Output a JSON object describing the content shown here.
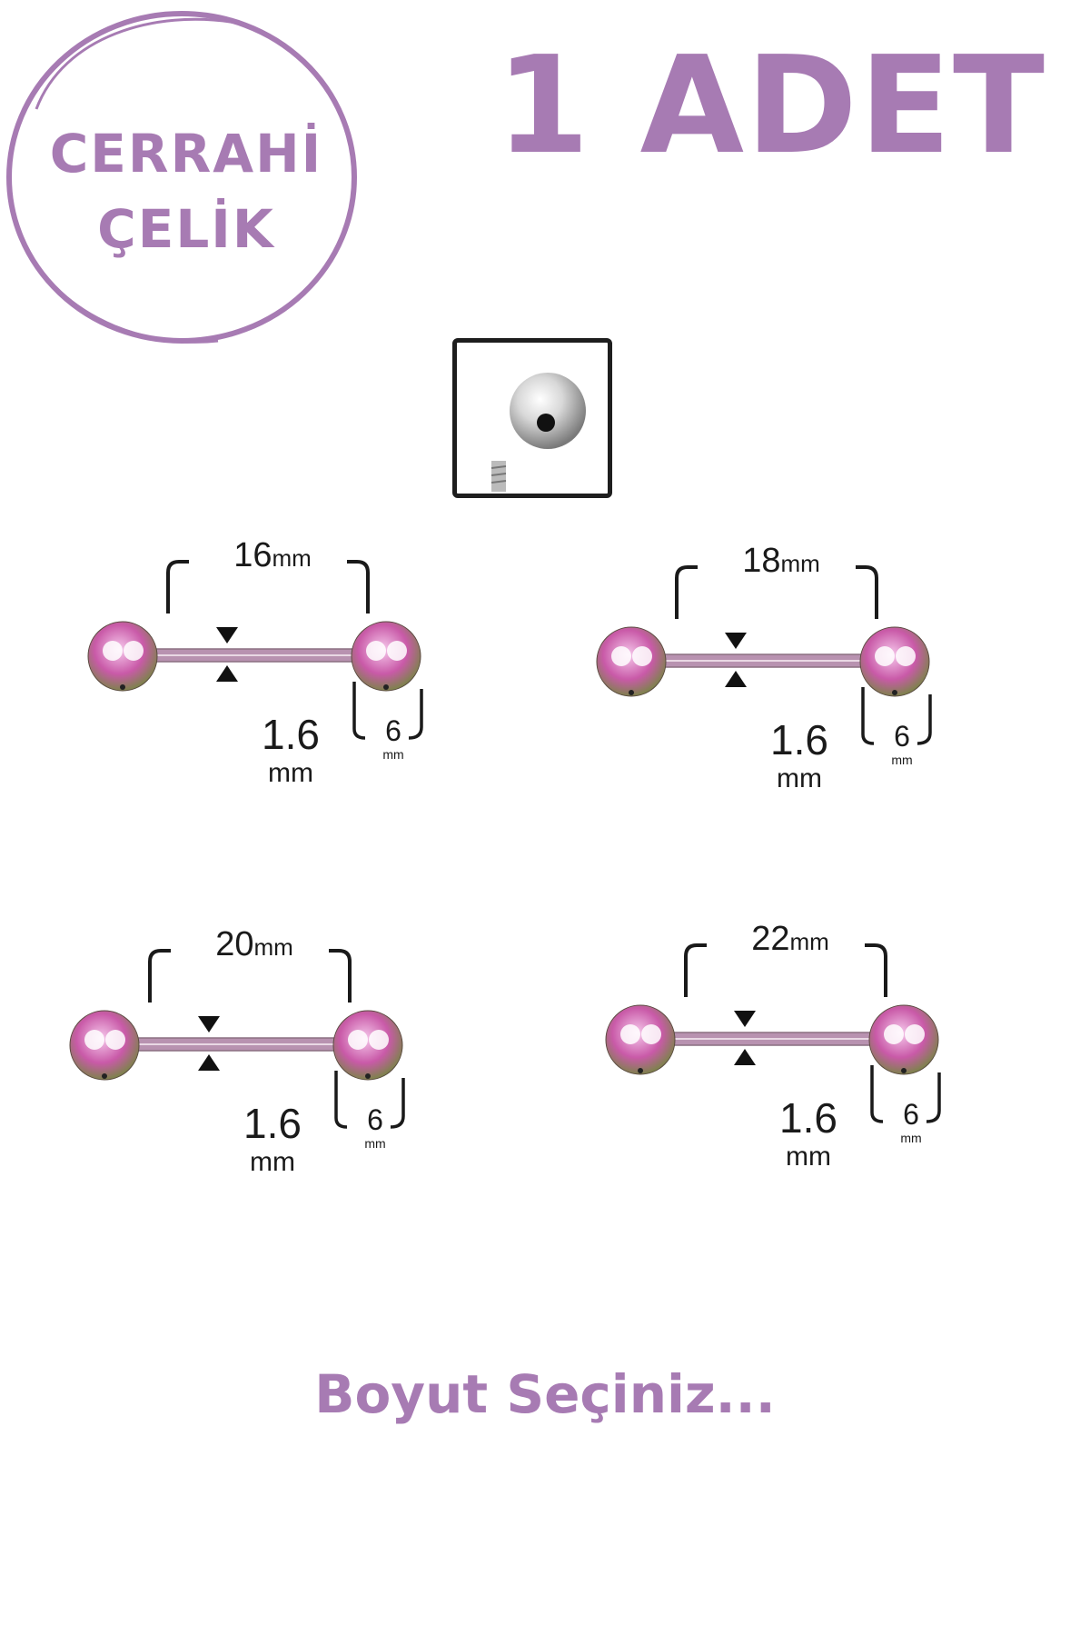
{
  "badge": {
    "line1": "CERRAHİ",
    "line2": "ÇELİK"
  },
  "title": "1 ADET",
  "colors": {
    "accent": "#a77bb3",
    "text": "#1a1a1a",
    "ball": "#c95aa8",
    "bar": "#b892b0"
  },
  "products": [
    {
      "length": "16",
      "length_unit": "mm",
      "gauge": "1.6",
      "gauge_unit": "mm",
      "ball": "6",
      "ball_unit": "mm"
    },
    {
      "length": "18",
      "length_unit": "mm",
      "gauge": "1.6",
      "gauge_unit": "mm",
      "ball": "6",
      "ball_unit": "mm"
    },
    {
      "length": "20",
      "length_unit": "mm",
      "gauge": "1.6",
      "gauge_unit": "mm",
      "ball": "6",
      "ball_unit": "mm"
    },
    {
      "length": "22",
      "length_unit": "mm",
      "gauge": "1.6",
      "gauge_unit": "mm",
      "ball": "6",
      "ball_unit": "mm"
    }
  ],
  "footer": "Boyut Seçiniz..."
}
